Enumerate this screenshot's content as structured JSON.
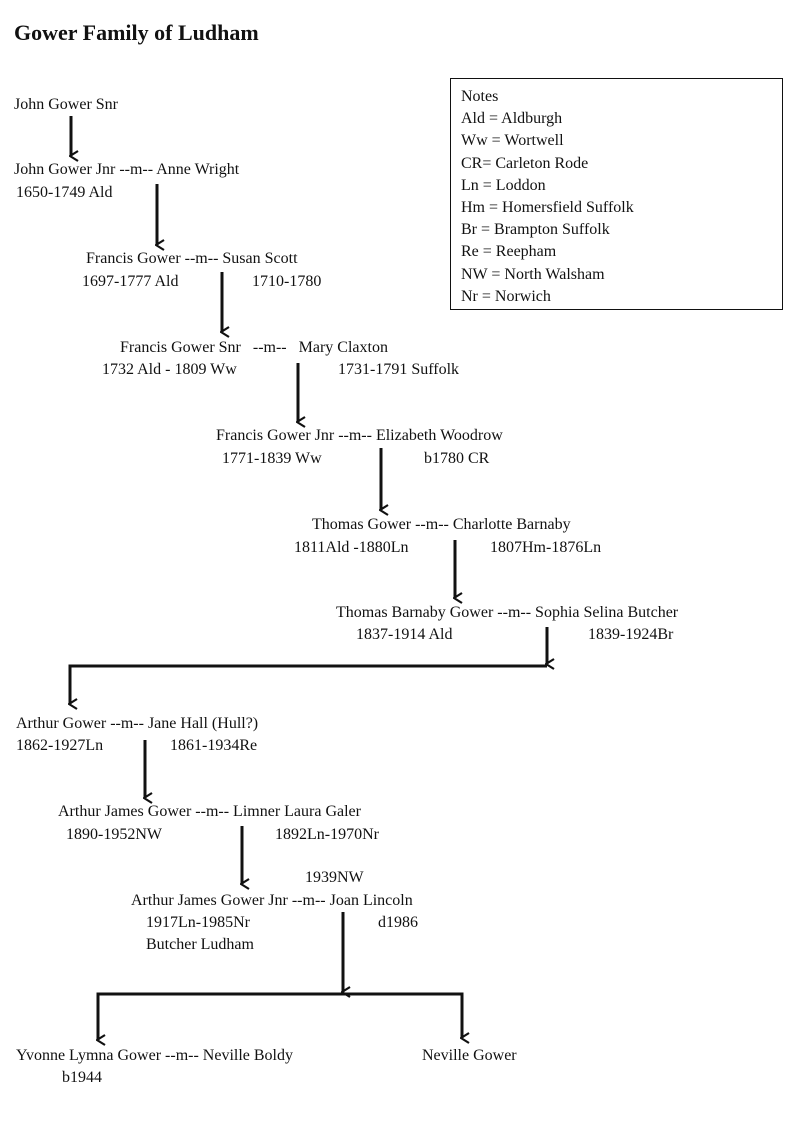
{
  "title": "Gower Family of Ludham",
  "notes": {
    "heading": "Notes",
    "items": [
      "Ald = Aldburgh",
      "Ww = Wortwell",
      "CR= Carleton Rode",
      "Ln = Loddon",
      "Hm = Homersfield Suffolk",
      "Br = Brampton Suffolk",
      "Re = Reepham",
      "NW = North Walsham",
      "Nr = Norwich"
    ]
  },
  "generations": [
    {
      "couple": "John Gower Snr",
      "dates": []
    },
    {
      "couple": "John Gower Jnr --m-- Anne Wright",
      "dates": [
        "1650-1749 Ald"
      ]
    },
    {
      "couple": "Francis Gower --m-- Susan Scott",
      "dates": [
        "1697-1777 Ald",
        "1710-1780"
      ]
    },
    {
      "couple": "Francis Gower Snr   --m--   Mary Claxton",
      "dates": [
        "1732 Ald - 1809 Ww",
        "1731-1791 Suffolk"
      ]
    },
    {
      "couple": "Francis Gower Jnr --m-- Elizabeth Woodrow",
      "dates": [
        "1771-1839 Ww",
        "b1780 CR"
      ]
    },
    {
      "couple": "Thomas Gower --m-- Charlotte Barnaby",
      "dates": [
        "1811Ald -1880Ln",
        "1807Hm-1876Ln"
      ]
    },
    {
      "couple": "Thomas Barnaby Gower --m-- Sophia Selina Butcher",
      "dates": [
        "1837-1914 Ald",
        "1839-1924Br"
      ]
    },
    {
      "couple": "Arthur Gower --m-- Jane Hall (Hull?)",
      "dates": [
        "1862-1927Ln",
        "1861-1934Re"
      ]
    },
    {
      "couple": "Arthur James Gower --m-- Limner Laura Galer",
      "dates": [
        "1890-1952NW",
        "1892Ln-1970Nr"
      ]
    },
    {
      "marriage_note": "1939NW",
      "couple": "Arthur James Gower Jnr --m-- Joan Lincoln",
      "dates": [
        "1917Ln-1985Nr",
        "d1986"
      ],
      "occupation": "Butcher Ludham"
    }
  ],
  "children": [
    {
      "couple": "Yvonne Lymna Gower --m-- Neville Boldy",
      "dates": [
        "b1944"
      ]
    },
    {
      "couple": "Neville Gower",
      "dates": []
    }
  ]
}
